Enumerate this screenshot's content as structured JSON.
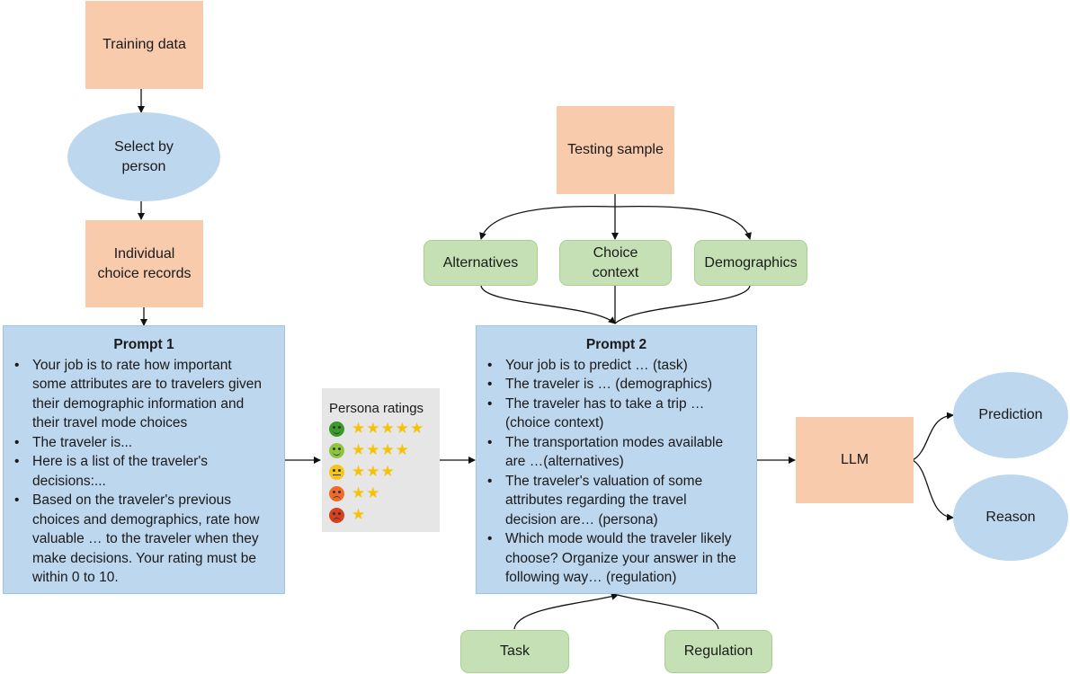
{
  "nodes": {
    "training_data": "Training data",
    "select_by_person": [
      "Select by",
      "person"
    ],
    "individual_records": [
      "Individual",
      "choice records"
    ],
    "testing_sample": "Testing sample",
    "alternatives": "Alternatives",
    "choice_context": [
      "Choice",
      "context"
    ],
    "demographics": "Demographics",
    "llm": "LLM",
    "prediction": "Prediction",
    "reason": "Reason",
    "task": "Task",
    "regulation": "Regulation"
  },
  "prompt1": {
    "title": "Prompt 1",
    "bullets": [
      [
        "Your job is to rate how important",
        "some attributes are to travelers given",
        "their demographic information and",
        "their travel mode choices"
      ],
      [
        "The traveler is..."
      ],
      [
        "Here is a list of the traveler's",
        "decisions:..."
      ],
      [
        "Based on the traveler's previous",
        "choices and demographics, rate how",
        "valuable … to the traveler when they",
        "make decisions. Your rating must be",
        "within 0 to 10."
      ]
    ]
  },
  "prompt2": {
    "title": "Prompt 2",
    "bullets": [
      [
        "Your job is to predict … (task)"
      ],
      [
        "The traveler is … (demographics)"
      ],
      [
        "The traveler has to take a trip …",
        "(choice context)"
      ],
      [
        "The transportation modes available",
        "are …(alternatives)"
      ],
      [
        "The traveler's valuation of some",
        "attributes regarding the travel",
        "decision are… (persona)"
      ],
      [
        "Which mode would the traveler likely",
        "choose? Organize your answer in the",
        "following way… (regulation)"
      ]
    ]
  },
  "persona": {
    "title": "Persona ratings",
    "rows": [
      {
        "face": "happy",
        "color": "#3a9b2a",
        "stars": 5
      },
      {
        "face": "happy",
        "color": "#8cc63f",
        "stars": 4
      },
      {
        "face": "neutral",
        "color": "#f5c518",
        "stars": 3
      },
      {
        "face": "sad",
        "color": "#ef6b2a",
        "stars": 2
      },
      {
        "face": "sad",
        "color": "#d8401e",
        "stars": 1
      }
    ]
  },
  "colors": {
    "orange": "#f8cbad",
    "blue": "#bdd7ee",
    "green": "#c5e0b4",
    "star": "#f5c20a"
  }
}
